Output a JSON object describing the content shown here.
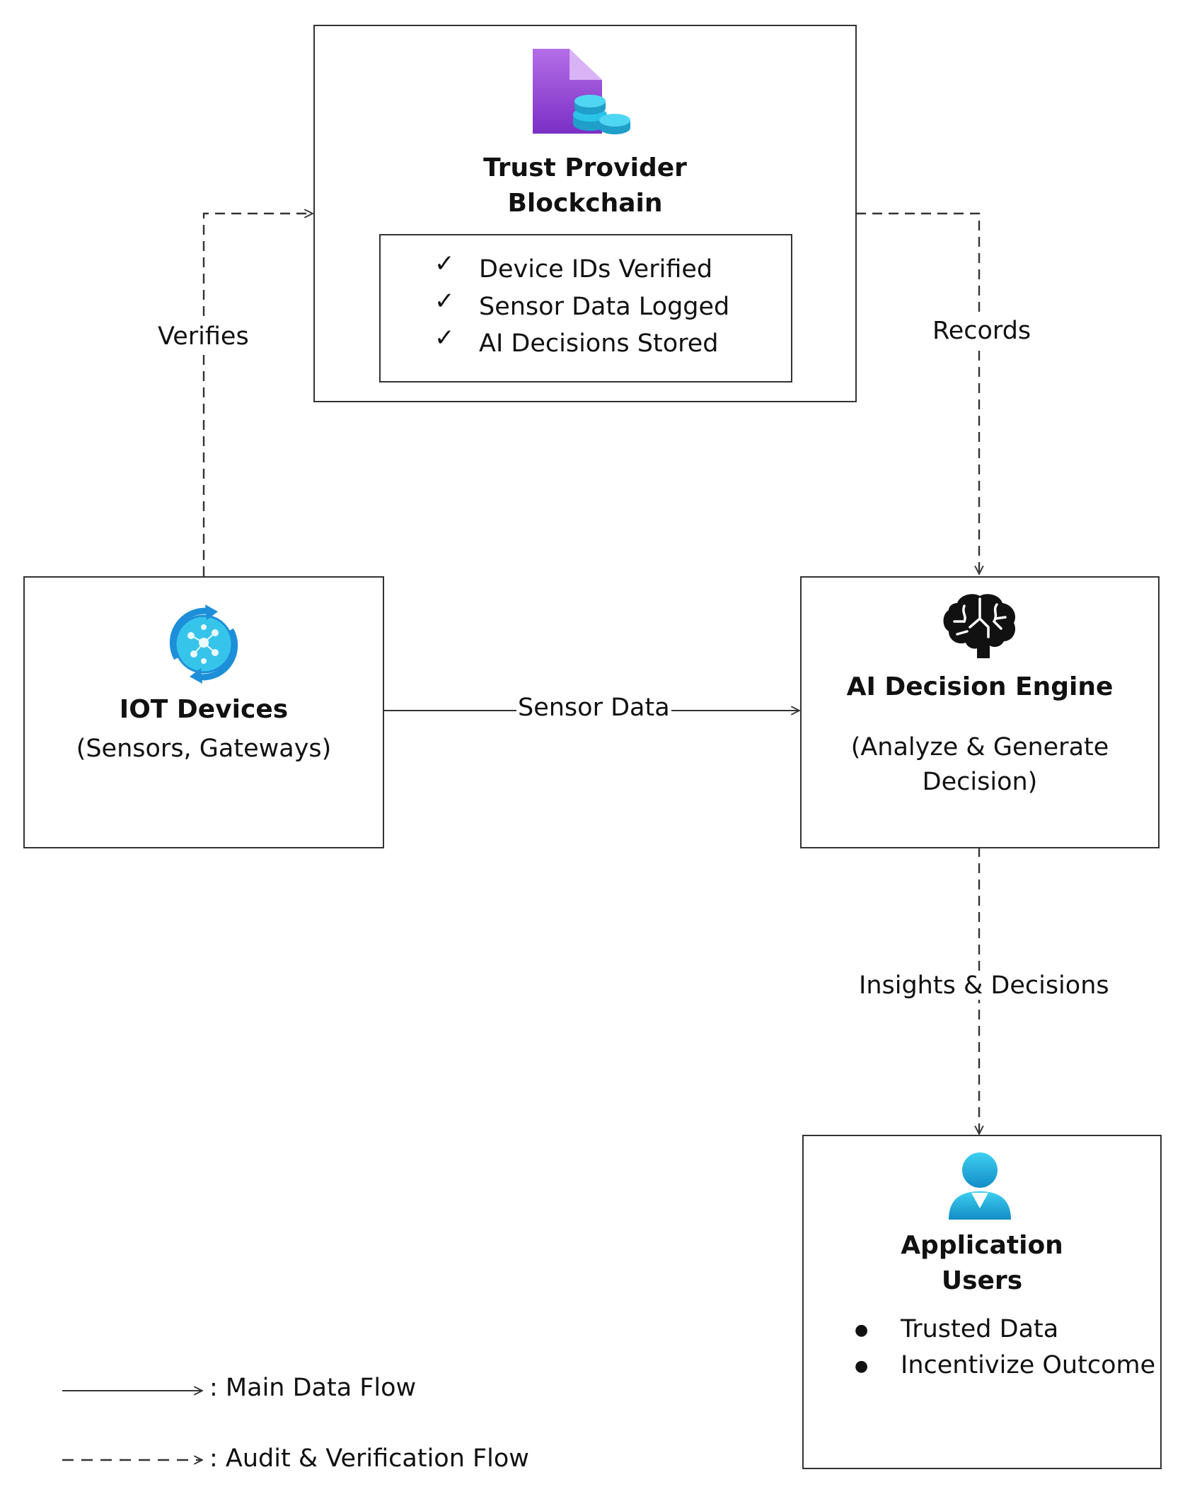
{
  "nodes": {
    "blockchain": {
      "title_line1": "Trust Provider",
      "title_line2": "Blockchain",
      "icon": "blockchain-document-icon",
      "checklist": [
        "Device IDs Verified",
        "Sensor Data Logged",
        "AI Decisions Stored"
      ],
      "check_mark": "✓"
    },
    "iot": {
      "title": "IOT Devices",
      "subtitle": "(Sensors, Gateways)",
      "icon": "iot-hub-icon"
    },
    "ai": {
      "title": "AI Decision Engine",
      "subtitle_line1": "(Analyze & Generate",
      "subtitle_line2": "Decision)",
      "icon": "brain-icon"
    },
    "users": {
      "title_line1": "Application",
      "title_line2": "Users",
      "icon": "user-icon",
      "bullets": [
        "Trusted Data",
        "Incentivize Outcome"
      ],
      "bullet_mark": "●"
    }
  },
  "edges": {
    "verifies": "Verifies",
    "records": "Records",
    "sensor_data": "Sensor Data",
    "insights": "Insights & Decisions"
  },
  "legend": {
    "main": ": Main Data Flow",
    "audit": ": Audit & Verification Flow"
  },
  "colors": {
    "stroke": "#333333",
    "blockchain_purple": "#8a3fd0",
    "coin_cyan": "#2bc4e8",
    "iot_blue": "#1d8fd8",
    "user_teal": "#1aa3d6",
    "brain": "#111111"
  }
}
